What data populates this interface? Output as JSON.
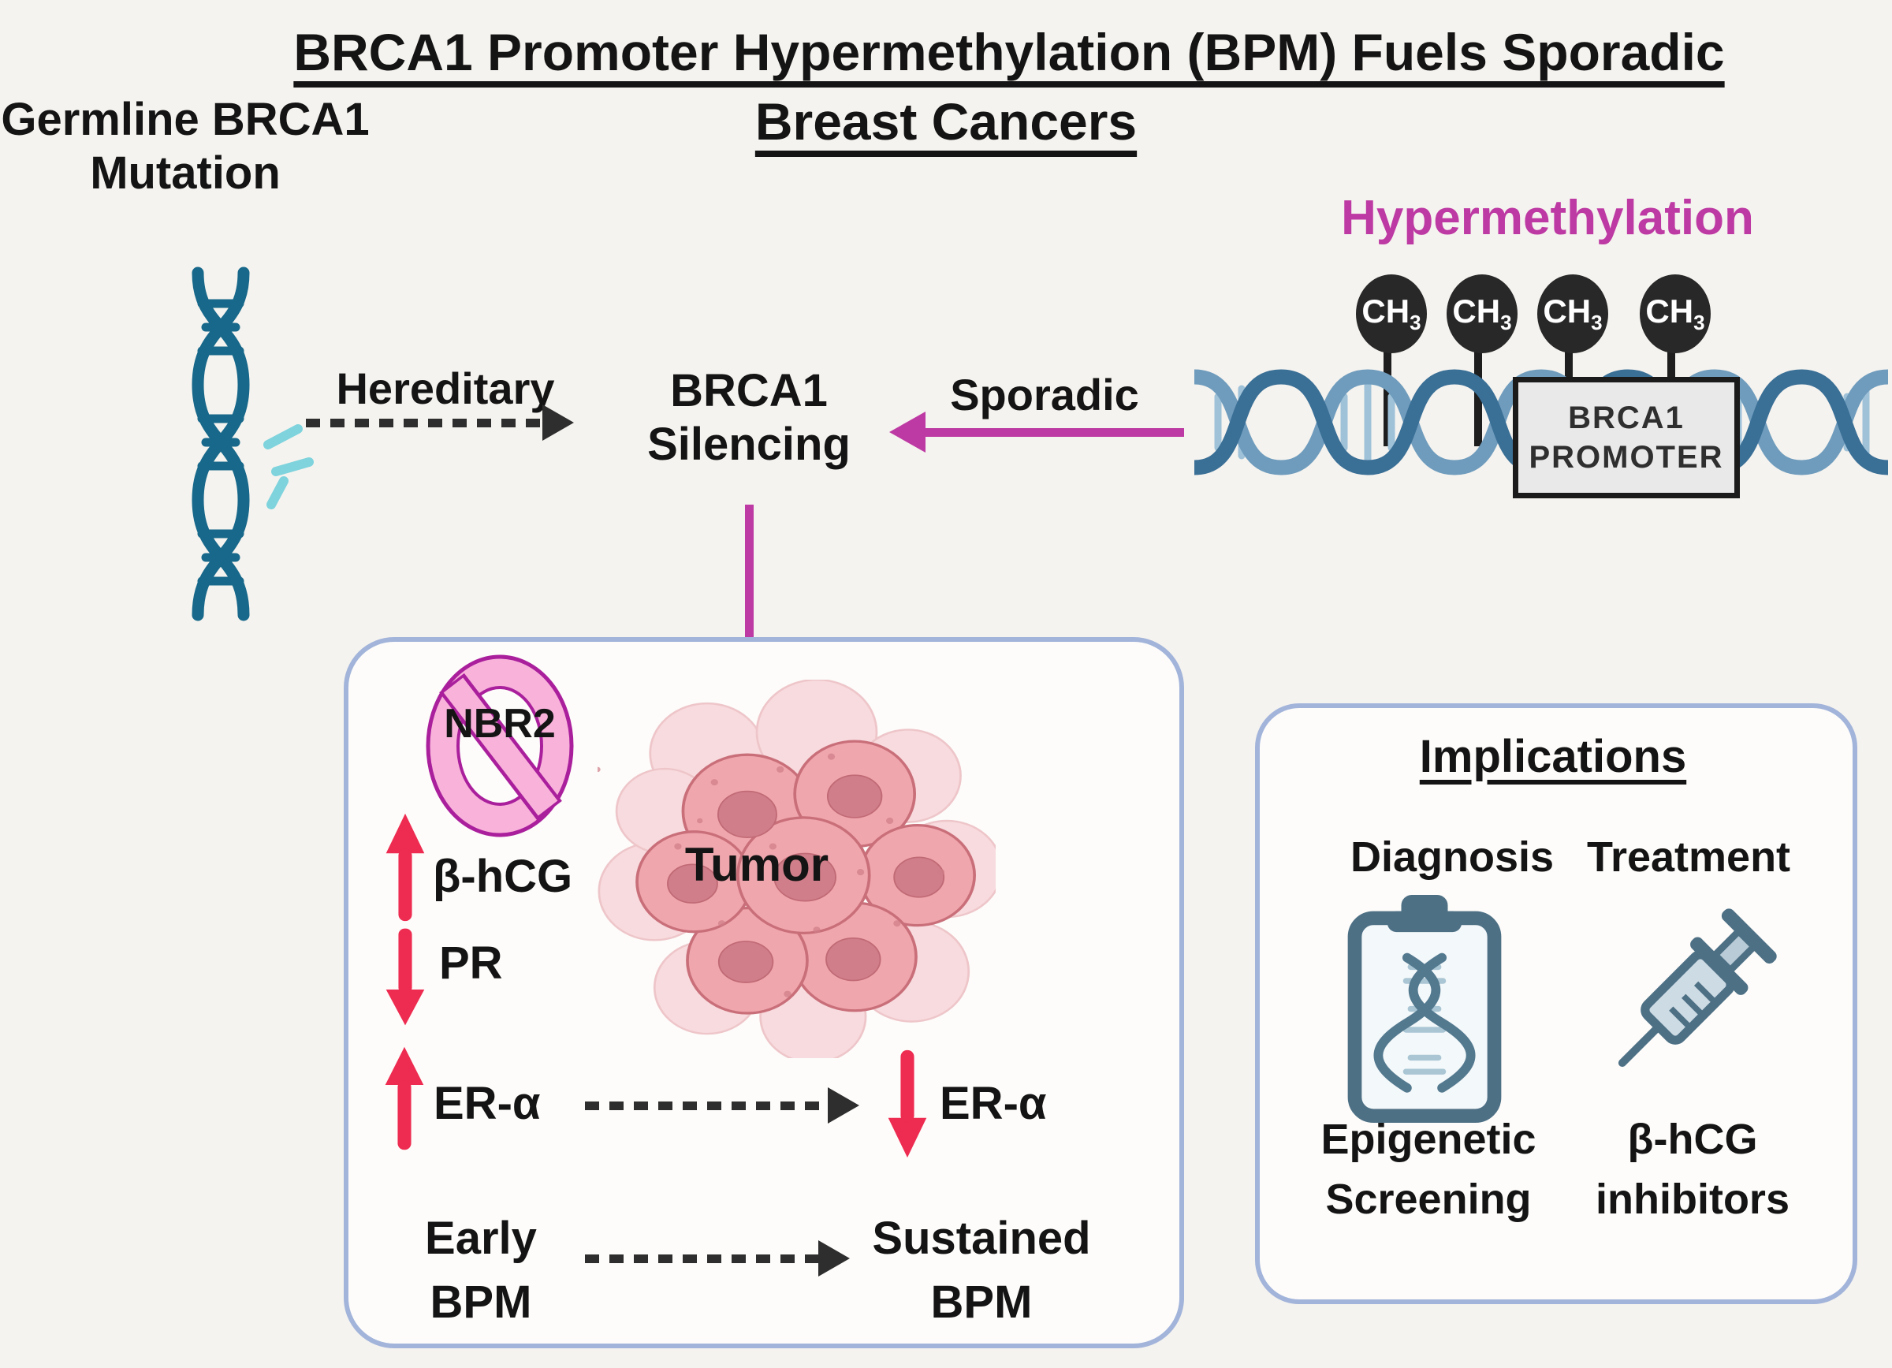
{
  "header": {
    "title_line1": "BRCA1 Promoter Hypermethylation (BPM) Fuels Sporadic",
    "title_line2": "Breast Cancers"
  },
  "germline": {
    "line1": "Germline BRCA1",
    "line2": "Mutation"
  },
  "hereditary": {
    "arrow_label": "Hereditary"
  },
  "silencing": {
    "line1": "BRCA1",
    "line2": "Silencing"
  },
  "sporadic": {
    "arrow_label": "Sporadic"
  },
  "hypermethylation": {
    "label": "Hypermethylation"
  },
  "methyl_groups": [
    {
      "symbol": "CH",
      "subscript": "3"
    },
    {
      "symbol": "CH",
      "subscript": "3"
    },
    {
      "symbol": "CH",
      "subscript": "3"
    },
    {
      "symbol": "CH",
      "subscript": "3"
    }
  ],
  "promoter": {
    "line1": "BRCA1",
    "line2": "PROMOTER"
  },
  "tumor_panel": {
    "nbr2_label": "NBR2",
    "bhcg_label": "β-hCG",
    "pr_label": "PR",
    "er_up_label": "ER-α",
    "er_down_label": "ER-α",
    "tumor_label": "Tumor",
    "early_line1": "Early",
    "early_line2": "BPM",
    "sustained_line1": "Sustained",
    "sustained_line2": "BPM"
  },
  "implications": {
    "title": "Implications",
    "diagnosis_header": "Diagnosis",
    "treatment_header": "Treatment",
    "diagnosis_caption_line1": "Epigenetic",
    "diagnosis_caption_line2": "Screening",
    "treatment_caption_line1": "β-hCG",
    "treatment_caption_line2": "inhibitors"
  },
  "colors": {
    "background": "#f5f3ef",
    "panel_border": "#a2b4da",
    "magenta_accent": "#bd39a3",
    "red_arrow": "#ee2b50",
    "dna_teal": "#17688a",
    "dna_steel_dark": "#3a6f96",
    "dna_steel_light": "#6f9cbd",
    "icon_slate": "#4e7085",
    "prohibition_pink": "#f9b3db",
    "prohibition_outline": "#aa1f9c",
    "tumor_cell_pink": "#f0a6ad",
    "methyl_badge": "#282828",
    "promoter_fill": "#e9e9e9"
  }
}
